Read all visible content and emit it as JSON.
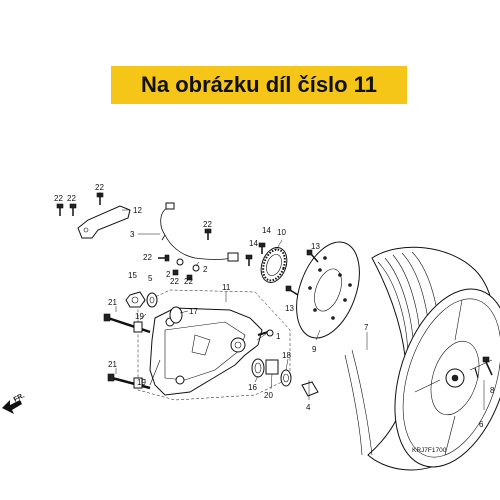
{
  "banner": {
    "text": "Na obrázku díl číslo 11",
    "color": "#f5c518"
  },
  "labels": [
    {
      "id": "l1",
      "text": "1"
    },
    {
      "id": "l2",
      "text": "2"
    },
    {
      "id": "l3",
      "text": "3"
    },
    {
      "id": "l4",
      "text": "4"
    },
    {
      "id": "l5",
      "text": "5"
    },
    {
      "id": "l6",
      "text": "6"
    },
    {
      "id": "l7",
      "text": "7"
    },
    {
      "id": "l8",
      "text": "8"
    },
    {
      "id": "l9",
      "text": "9"
    },
    {
      "id": "l10",
      "text": "10"
    },
    {
      "id": "l11",
      "text": "11"
    },
    {
      "id": "l12",
      "text": "12"
    },
    {
      "id": "l13a",
      "text": "13"
    },
    {
      "id": "l13b",
      "text": "13"
    },
    {
      "id": "l14a",
      "text": "14"
    },
    {
      "id": "l14b",
      "text": "14"
    },
    {
      "id": "l15",
      "text": "15"
    },
    {
      "id": "l16",
      "text": "16"
    },
    {
      "id": "l17",
      "text": "17"
    },
    {
      "id": "l18",
      "text": "18"
    },
    {
      "id": "l19a",
      "text": "19"
    },
    {
      "id": "l19b",
      "text": "19"
    },
    {
      "id": "l20",
      "text": "20"
    },
    {
      "id": "l21a",
      "text": "21"
    },
    {
      "id": "l21b",
      "text": "21"
    },
    {
      "id": "l22a",
      "text": "22"
    },
    {
      "id": "l22b",
      "text": "22"
    },
    {
      "id": "l22c",
      "text": "22"
    },
    {
      "id": "l22d",
      "text": "22"
    },
    {
      "id": "l22e",
      "text": "22"
    },
    {
      "id": "l22f",
      "text": "22"
    },
    {
      "id": "l22g",
      "text": "22"
    }
  ],
  "front_marker": "FR.",
  "diagram_code": "KRJ7F1700",
  "icons": {
    "front_arrow": "front-arrow-icon"
  }
}
